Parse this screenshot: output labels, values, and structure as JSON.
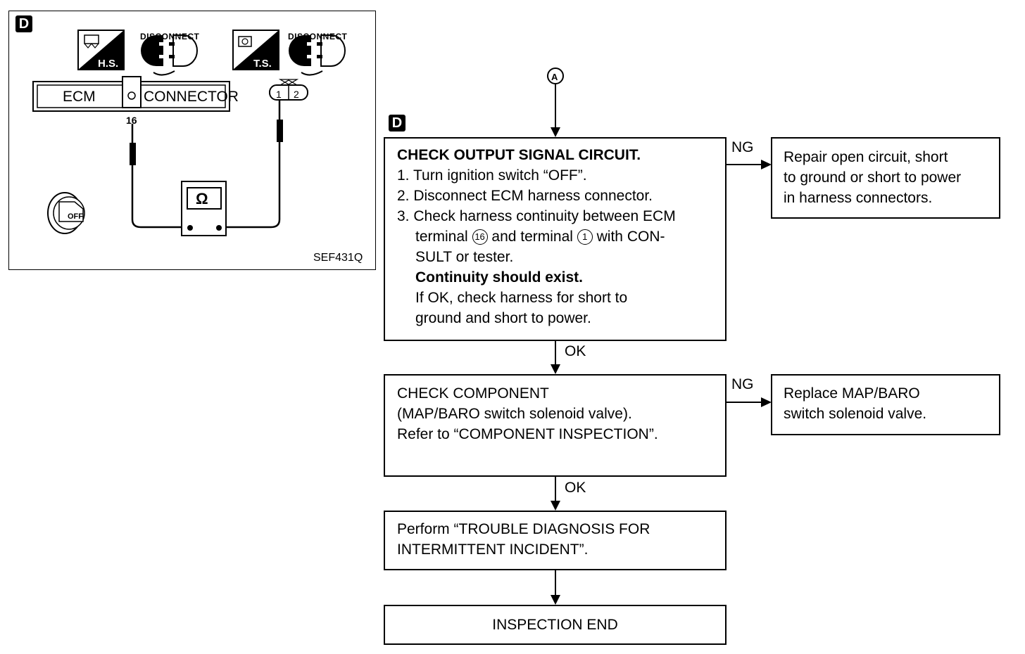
{
  "figure": {
    "panel_tag": "D",
    "hs_label": "H.S.",
    "ts_label": "T.S.",
    "disconnect_1": "DISCONNECT",
    "disconnect_2": "DISCONNECT",
    "ecm_label": "ECM",
    "connector_label": "CONNECTOR",
    "ecm_terminal": "16",
    "sensor_terminal_1": "1",
    "sensor_terminal_2": "2",
    "meter_symbol": "Ω",
    "key_label": "OFF",
    "figure_code": "SEF431Q"
  },
  "flow": {
    "start_connector": "A",
    "step_tag": "D",
    "step1": {
      "title": "CHECK OUTPUT SIGNAL CIRCUIT.",
      "line1": "1. Turn ignition switch “OFF”.",
      "line2": "2. Disconnect ECM harness connector.",
      "line3": "3. Check harness continuity between ECM",
      "line4_a": "terminal",
      "line4_t1": "16",
      "line4_b": "and terminal",
      "line4_t2": "1",
      "line4_c": "with CON-",
      "line5": "SULT or tester.",
      "line6": "Continuity should exist.",
      "line7": "If OK, check harness for short to",
      "line8": "ground and short to power."
    },
    "ng1_label": "NG",
    "ng1_box": {
      "line1": "Repair open circuit, short",
      "line2": "to ground or short to power",
      "line3": "in harness connectors."
    },
    "ok1_label": "OK",
    "step2": {
      "line1": "CHECK COMPONENT",
      "line2": "(MAP/BARO switch solenoid valve).",
      "line3": "Refer to “COMPONENT INSPECTION”."
    },
    "ng2_label": "NG",
    "ng2_box": {
      "line1": "Replace MAP/BARO",
      "line2": "switch solenoid valve."
    },
    "ok2_label": "OK",
    "step3": {
      "line1": "Perform “TROUBLE DIAGNOSIS FOR",
      "line2": "INTERMITTENT INCIDENT”."
    },
    "end_box": "INSPECTION END"
  }
}
